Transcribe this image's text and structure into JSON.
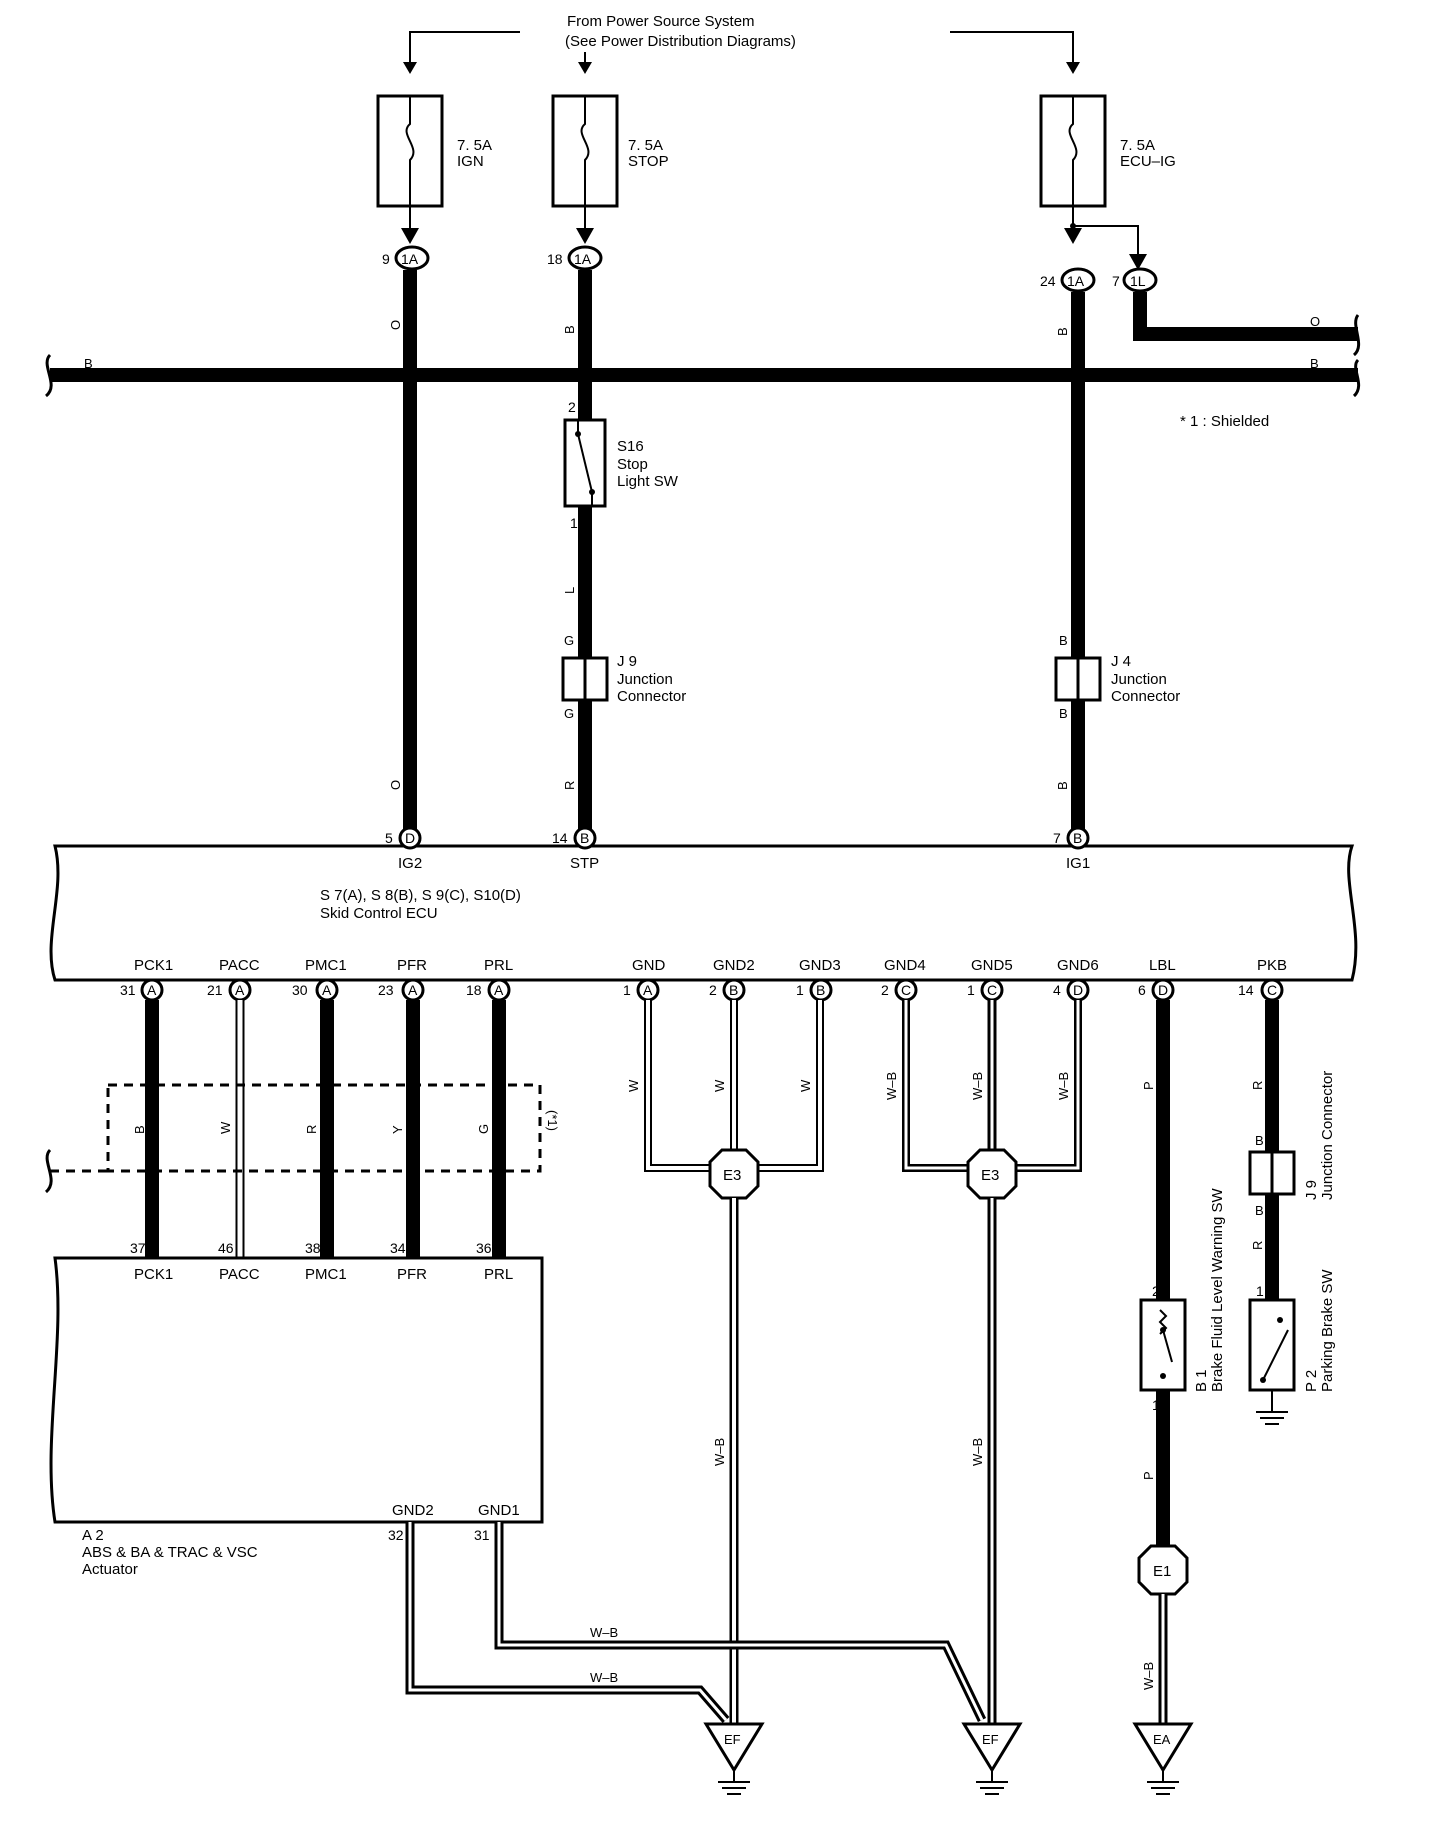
{
  "header": {
    "line1": "From Power Source System",
    "line2": "(See Power Distribution Diagrams)"
  },
  "fuses": [
    {
      "amp": "7. 5A",
      "name": "IGN"
    },
    {
      "amp": "7. 5A",
      "name": "STOP"
    },
    {
      "amp": "7. 5A",
      "name": "ECU–IG"
    }
  ],
  "top_connectors": [
    {
      "pin": "9",
      "conn": "1A"
    },
    {
      "pin": "18",
      "conn": "1A"
    },
    {
      "pin": "24",
      "conn": "1A"
    },
    {
      "pin": "7",
      "conn": "1L"
    }
  ],
  "wire_colors": {
    "bus_left": "B",
    "bus_right": "B",
    "o_right": "O",
    "ign_top": "O",
    "ign_bottom": "O",
    "stop_top": "B",
    "stop_mid": "L",
    "stop_j_top": "G",
    "stop_j_bottom": "G",
    "stop_bottom": "R",
    "ecu_top": "B",
    "ecu_j_top": "B",
    "ecu_j_bottom": "B",
    "ecu_bottom": "B"
  },
  "shielded_note": "* 1 : Shielded",
  "stop_switch": {
    "pin_top": "2",
    "pin_bottom": "1",
    "code": "S16",
    "name1": "Stop",
    "name2": "Light SW"
  },
  "junction_j9": {
    "code": "J 9",
    "name1": "Junction",
    "name2": "Connector"
  },
  "junction_j4": {
    "code": "J 4",
    "name1": "Junction",
    "name2": "Connector"
  },
  "ecu": {
    "title1": "S 7(A), S 8(B), S 9(C), S10(D)",
    "title2": "Skid Control ECU",
    "top_pins": [
      {
        "num": "5",
        "conn": "D",
        "label": "IG2"
      },
      {
        "num": "14",
        "conn": "B",
        "label": "STP"
      },
      {
        "num": "7",
        "conn": "B",
        "label": "IG1"
      }
    ],
    "bottom_pins": [
      {
        "num": "31",
        "conn": "A",
        "label": "PCK1"
      },
      {
        "num": "21",
        "conn": "A",
        "label": "PACC"
      },
      {
        "num": "30",
        "conn": "A",
        "label": "PMC1"
      },
      {
        "num": "23",
        "conn": "A",
        "label": "PFR"
      },
      {
        "num": "18",
        "conn": "A",
        "label": "PRL"
      },
      {
        "num": "1",
        "conn": "A",
        "label": "GND"
      },
      {
        "num": "2",
        "conn": "B",
        "label": "GND2"
      },
      {
        "num": "1",
        "conn": "B",
        "label": "GND3"
      },
      {
        "num": "2",
        "conn": "C",
        "label": "GND4"
      },
      {
        "num": "1",
        "conn": "C",
        "label": "GND5"
      },
      {
        "num": "4",
        "conn": "D",
        "label": "GND6"
      },
      {
        "num": "6",
        "conn": "D",
        "label": "LBL"
      },
      {
        "num": "14",
        "conn": "C",
        "label": "PKB"
      }
    ]
  },
  "shield_wires": [
    "B",
    "W",
    "R",
    "Y",
    "G"
  ],
  "shield_label": "(*1)",
  "ground_wire_labels": [
    "W",
    "W",
    "W",
    "W–B",
    "W–B",
    "W–B"
  ],
  "lbl_wires": {
    "top": "P",
    "bottom": "P",
    "ground": "W–B"
  },
  "pkb_wires": {
    "top": "R",
    "j_top": "B",
    "j_bottom": "B",
    "bottom": "R"
  },
  "actuator": {
    "top_pins": [
      {
        "num": "37",
        "label": "PCK1"
      },
      {
        "num": "46",
        "label": "PACC"
      },
      {
        "num": "38",
        "label": "PMC1"
      },
      {
        "num": "34",
        "label": "PFR"
      },
      {
        "num": "36",
        "label": "PRL"
      }
    ],
    "bottom_pins": [
      {
        "num": "32",
        "label": "GND2"
      },
      {
        "num": "31",
        "label": "GND1"
      }
    ],
    "code": "A 2",
    "name1": "ABS & BA & TRAC & VSC",
    "name2": "Actuator"
  },
  "gnd_wire_labels": {
    "upper": "W–B",
    "lower": "W–B",
    "e3a_down": "W–B",
    "e3b_down": "W–B"
  },
  "ground_points": [
    {
      "id": "E3"
    },
    {
      "id": "E3"
    },
    {
      "id": "E1"
    }
  ],
  "earth_points": [
    {
      "id": "EF"
    },
    {
      "id": "EF"
    },
    {
      "id": "EA"
    }
  ],
  "b1": {
    "pin_top": "2",
    "pin_bottom": "1",
    "code": "B 1",
    "name": "Brake Fluid Level Warning SW"
  },
  "p2": {
    "pin_top": "1",
    "code": "P 2",
    "name": "Parking Brake SW"
  },
  "j9_right": {
    "code": "J 9",
    "name": "Junction Connector"
  }
}
